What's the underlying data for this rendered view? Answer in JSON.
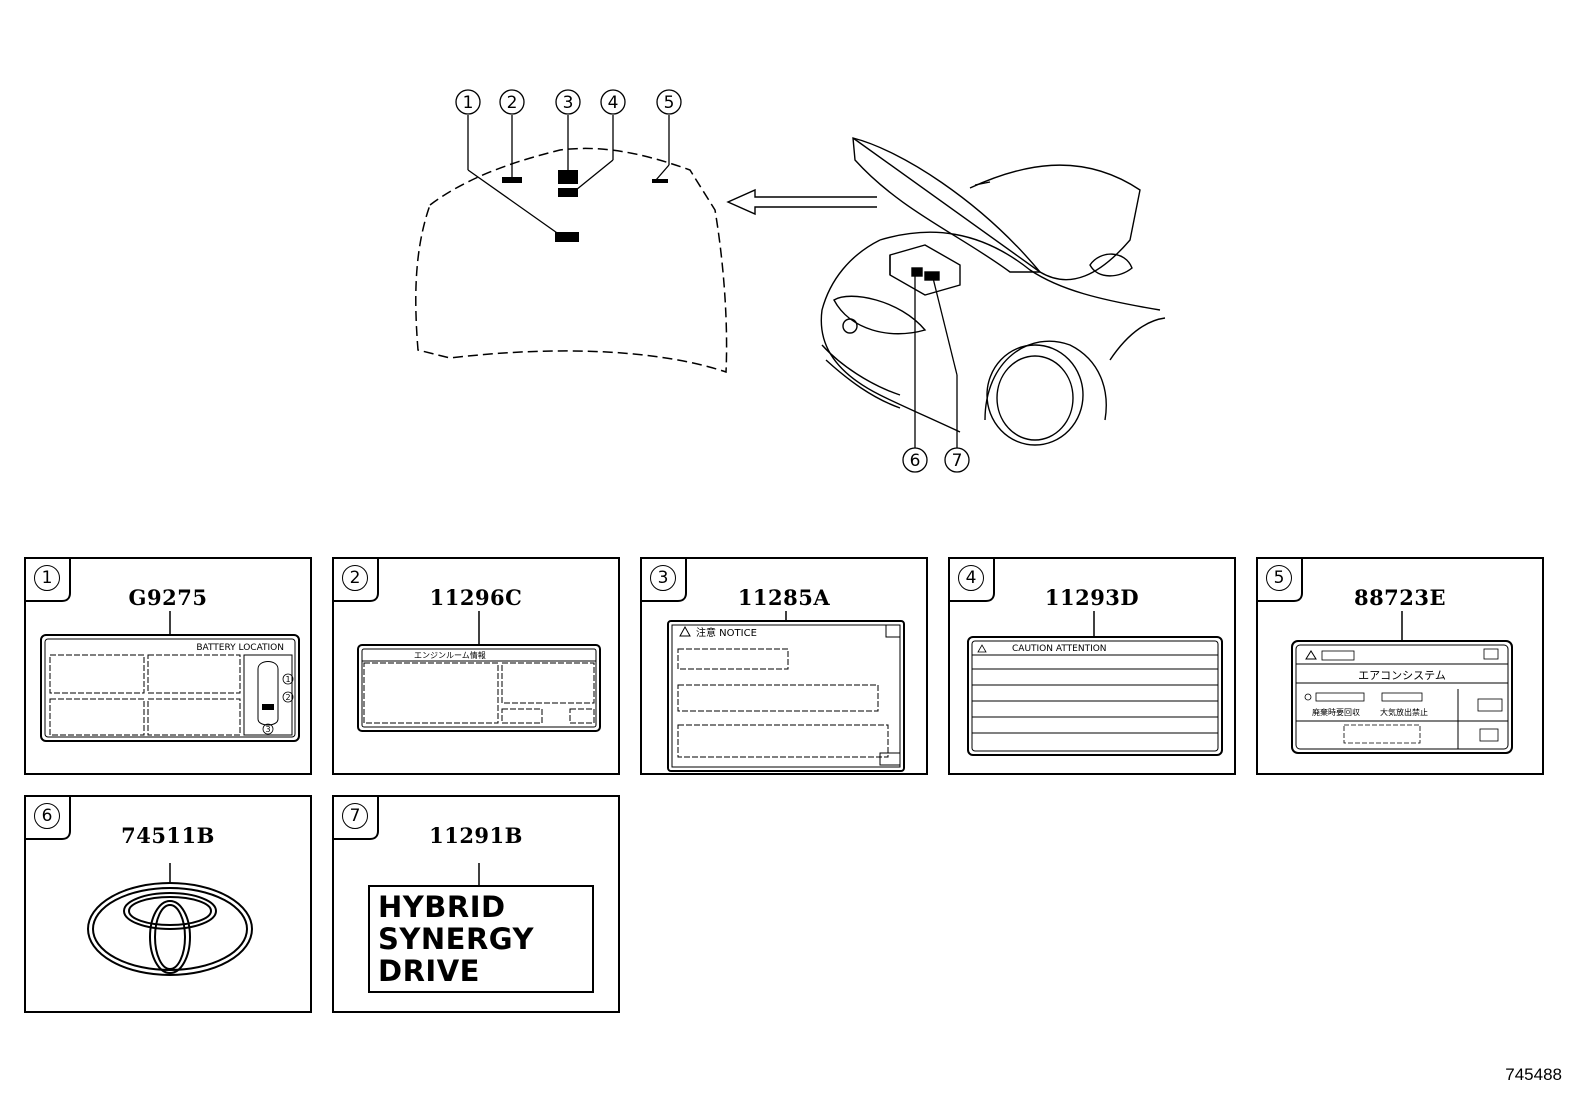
{
  "callouts": [
    "1",
    "2",
    "3",
    "4",
    "5",
    "6",
    "7"
  ],
  "labels": [
    {
      "num": "1",
      "code": "G9275",
      "header": "BATTERY LOCATION",
      "mini_callouts": [
        "1",
        "2",
        "3"
      ]
    },
    {
      "num": "2",
      "code": "11296C",
      "header": "エンジンルーム情報"
    },
    {
      "num": "3",
      "code": "11285A",
      "header": "注意 NOTICE"
    },
    {
      "num": "4",
      "code": "11293D",
      "header": "CAUTION ATTENTION"
    },
    {
      "num": "5",
      "code": "88723E",
      "header": "エアコンシステム",
      "sub1": "廃棄時要回収",
      "sub2": "大気放出禁止"
    },
    {
      "num": "6",
      "code": "74511B"
    },
    {
      "num": "7",
      "code": "11291B",
      "text_lines": [
        "HYBRID",
        "SYNERGY",
        "DRIVE"
      ]
    }
  ],
  "doc_id": "745488"
}
